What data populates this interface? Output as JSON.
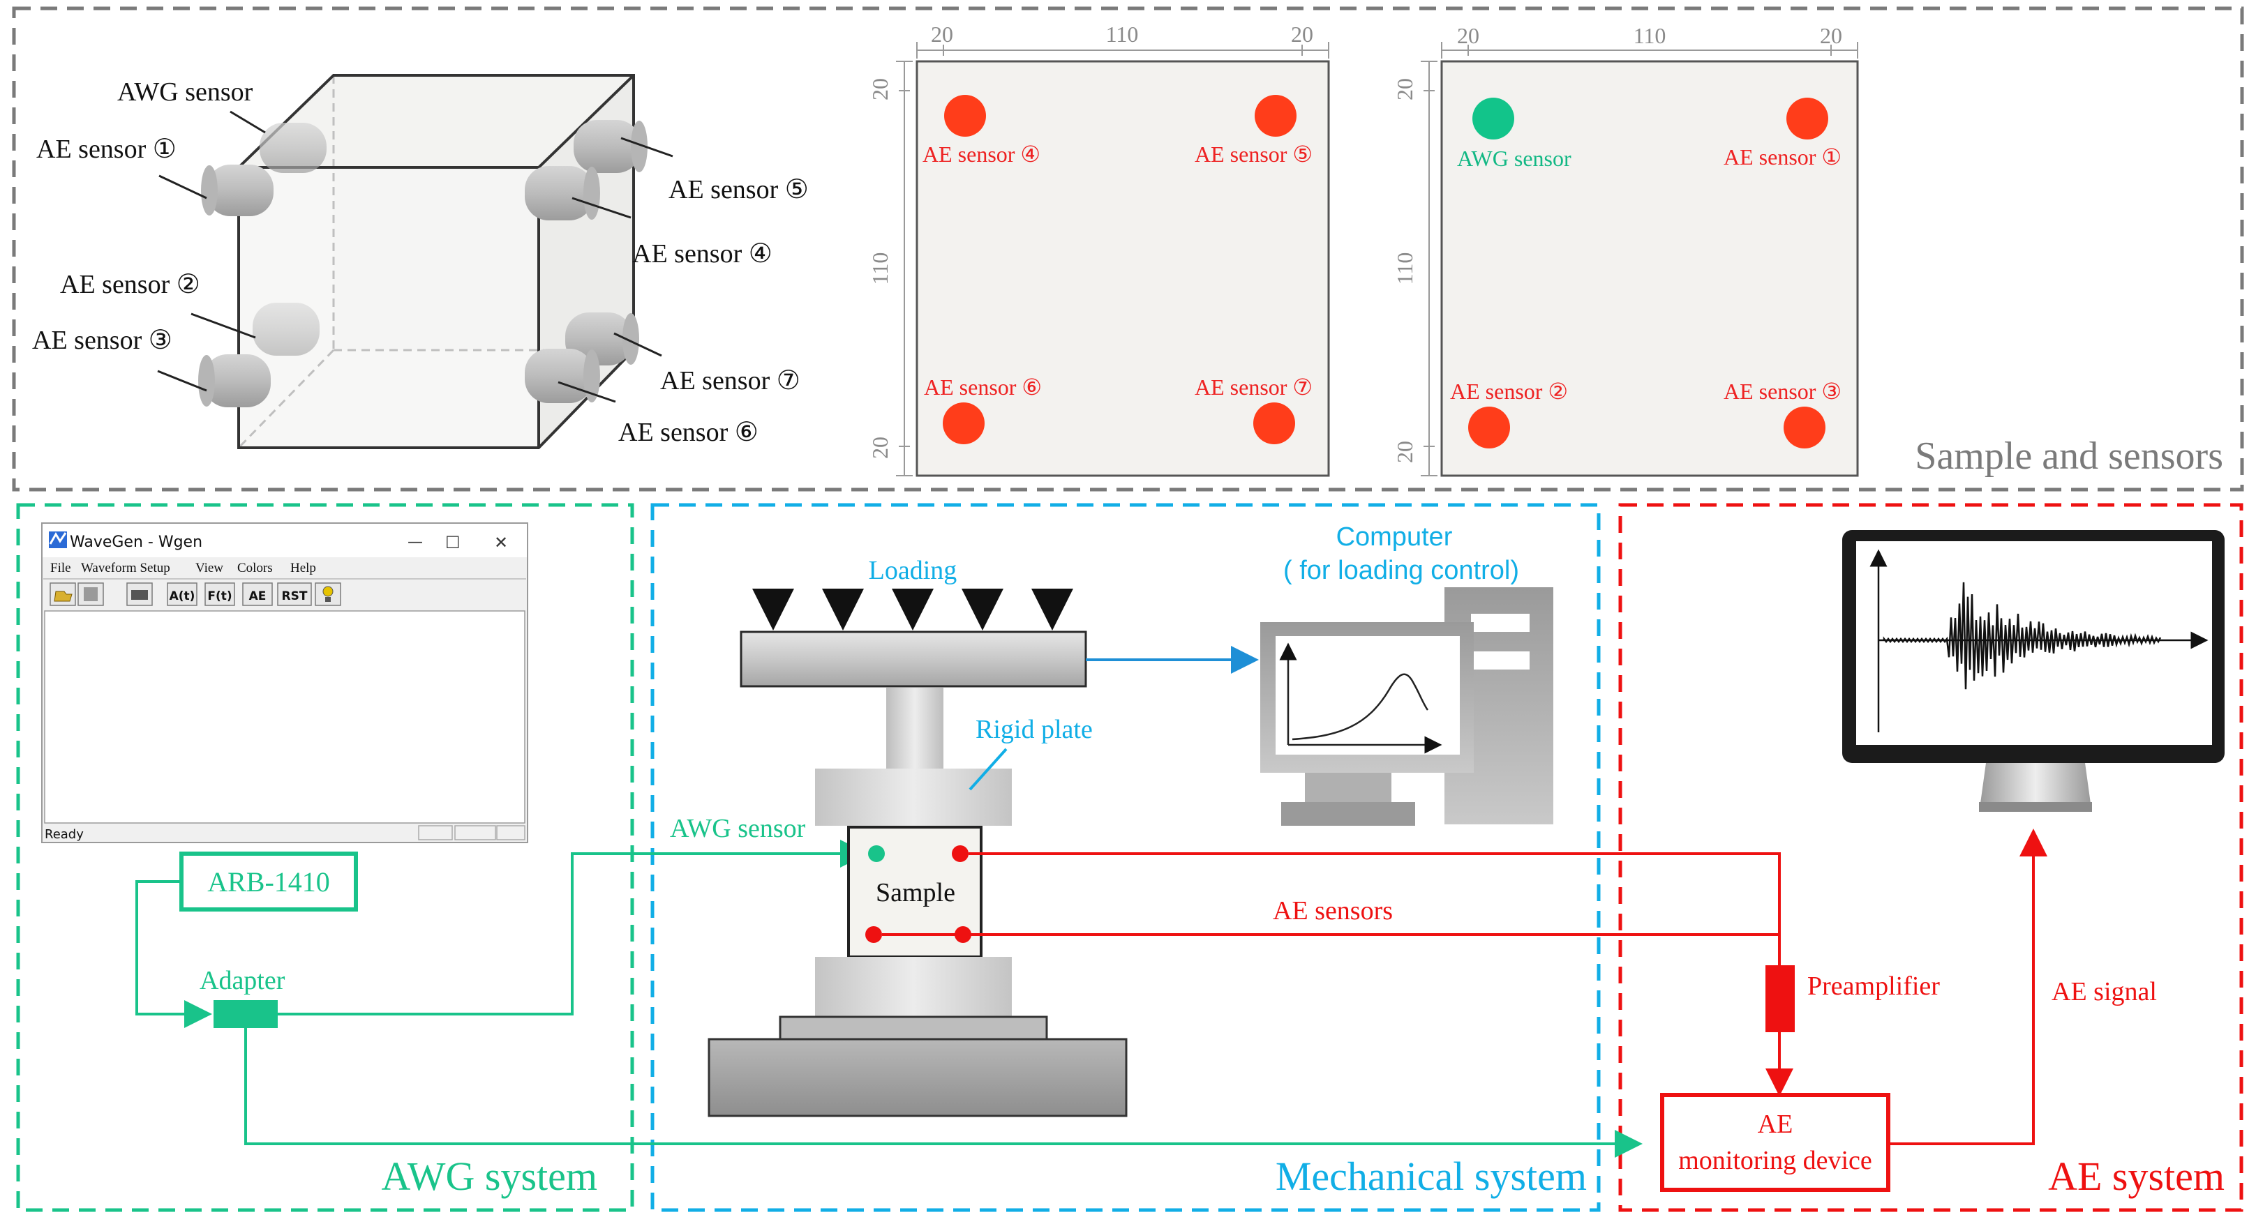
{
  "colors": {
    "gray_frame": "#7a7a7a",
    "green": "#19c38a",
    "blue": "#11aee6",
    "red": "#ee1111",
    "sensor_red": "#ff3d1a",
    "sensor_green": "#12c48a",
    "dark": "#1a1a1a",
    "label_gray": "#7a7a7a"
  },
  "sections": {
    "sample": "Sample and sensors",
    "awg": "AWG system",
    "mech": "Mechanical system",
    "ae": "AE system"
  },
  "cube": {
    "awg": "AWG sensor",
    "s1": "AE sensor ①",
    "s2": "AE sensor ②",
    "s3": "AE sensor ③",
    "s4": "AE sensor ④",
    "s5": "AE sensor ⑤",
    "s6": "AE sensor ⑥",
    "s7": "AE sensor ⑦"
  },
  "face1": {
    "dim_top_left": "20",
    "dim_top_mid": "110",
    "dim_top_right": "20",
    "dim_side_top": "20",
    "dim_side_mid": "110",
    "dim_side_bot": "20",
    "tl": "AE sensor ④",
    "tr": "AE sensor ⑤",
    "bl": "AE sensor ⑥",
    "br": "AE sensor ⑦"
  },
  "face2": {
    "dim_top_left": "20",
    "dim_top_mid": "110",
    "dim_top_right": "20",
    "dim_side_top": "20",
    "dim_side_mid": "110",
    "dim_side_bot": "20",
    "tl": "AWG sensor",
    "tr": "AE sensor ①",
    "bl": "AE sensor ②",
    "br": "AE sensor ③"
  },
  "wavegen": {
    "title": "WaveGen - Wgen",
    "menu": [
      "File",
      "Waveform Setup",
      "View",
      "Colors",
      "Help"
    ],
    "tools": [
      "A(t)",
      "F(t)",
      "AE",
      "RST"
    ],
    "status": "Ready",
    "min": "—",
    "max": "☐",
    "close": "✕"
  },
  "awg_system": {
    "arb": "ARB-1410",
    "adapter": "Adapter"
  },
  "mech_system": {
    "loading": "Loading",
    "computer_line1": "Computer",
    "computer_line2": "( for loading control)",
    "rigid_plate": "Rigid plate",
    "awg_sensor": "AWG sensor",
    "sample": "Sample",
    "ae_sensors": "AE sensors"
  },
  "ae_system": {
    "preamp": "Preamplifier",
    "ae_signal": "AE signal",
    "device_line1": "AE",
    "device_line2": "monitoring device"
  }
}
